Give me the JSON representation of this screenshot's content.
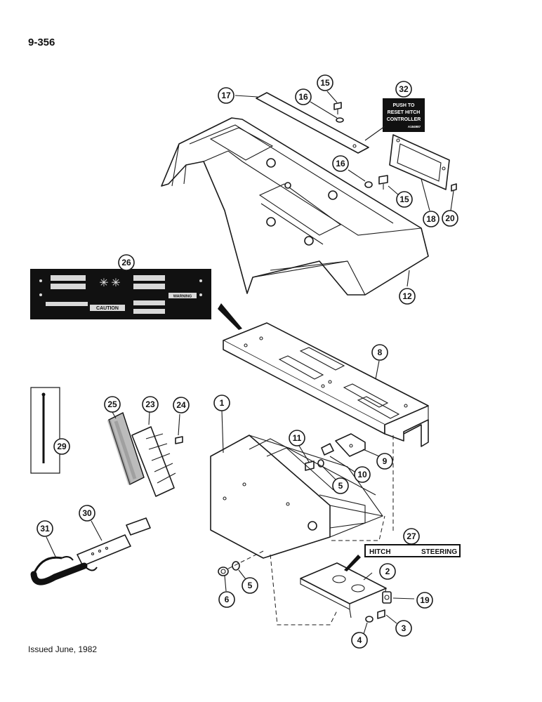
{
  "header": {
    "page_number": "9-356"
  },
  "footer": {
    "issued": "Issued June, 1982"
  },
  "decals": {
    "reset_decal": {
      "line1": "PUSH TO",
      "line2": "RESET HITCH",
      "line3": "CONTROLLER",
      "code": "A184987"
    },
    "console_decal": {
      "caution": "CAUTION",
      "warning": "WARNING"
    },
    "label_plate": {
      "left": "HITCH",
      "right": "STEERING"
    }
  },
  "callouts": {
    "c1": "1",
    "c2": "2",
    "c3": "3",
    "c4": "4",
    "c5a": "5",
    "c5b": "5",
    "c6": "6",
    "c8": "8",
    "c9": "9",
    "c10": "10",
    "c11": "11",
    "c12": "12",
    "c15a": "15",
    "c15b": "15",
    "c16a": "16",
    "c16b": "16",
    "c17": "17",
    "c18": "18",
    "c19": "19",
    "c20": "20",
    "c23": "23",
    "c24": "24",
    "c25": "25",
    "c26": "26",
    "c27": "27",
    "c29": "29",
    "c30": "30",
    "c31": "31",
    "c32": "32"
  }
}
